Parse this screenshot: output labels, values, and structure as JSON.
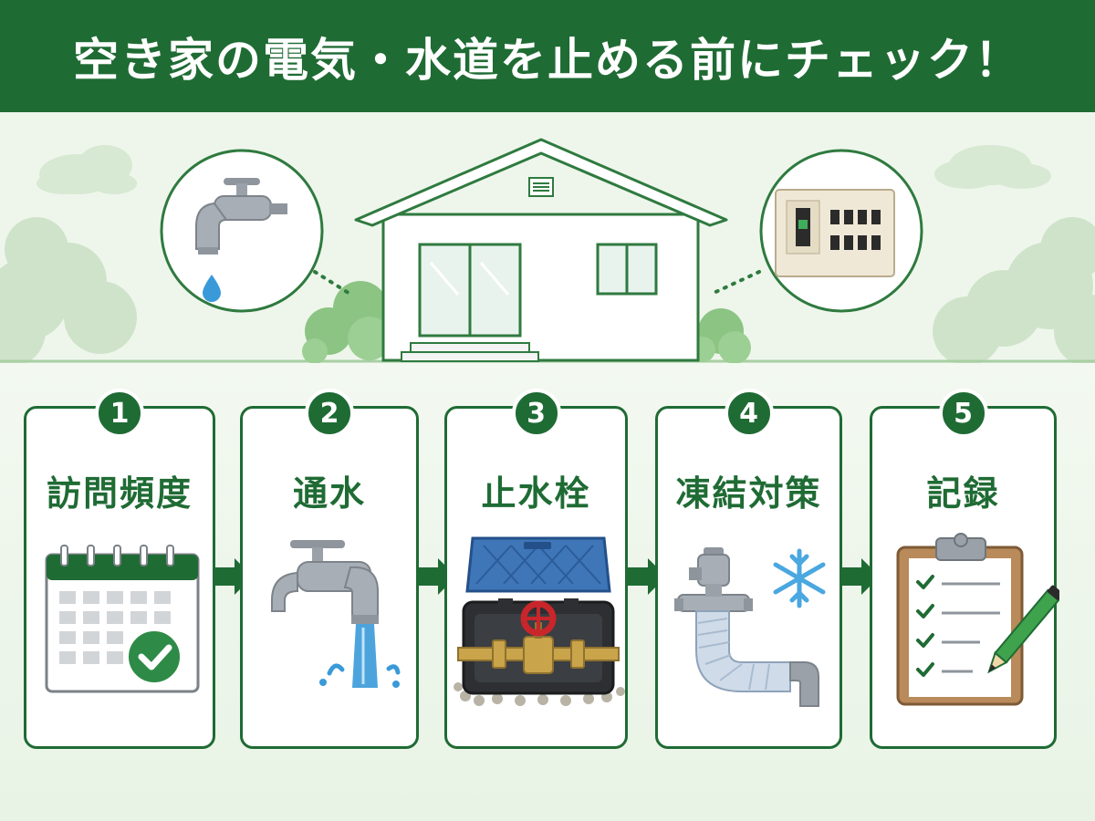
{
  "header": {
    "title": "空き家の電気・水道を止める前にチェック！"
  },
  "steps": [
    {
      "number": "1",
      "label": "訪問頻度",
      "icon": "calendar-check-icon"
    },
    {
      "number": "2",
      "label": "通水",
      "icon": "running-faucet-icon"
    },
    {
      "number": "3",
      "label": "止水栓",
      "icon": "water-meter-box-icon"
    },
    {
      "number": "4",
      "label": "凍結対策",
      "icon": "insulated-pipe-snowflake-icon"
    },
    {
      "number": "5",
      "label": "記録",
      "icon": "clipboard-checklist-icon"
    }
  ],
  "scene": {
    "left_icon": "faucet-drip-icon",
    "right_icon": "breaker-panel-icon",
    "center": "house-icon"
  },
  "colors": {
    "primary": "#1f6b34",
    "background": "#eef6ec",
    "water": "#3a9ad9"
  }
}
